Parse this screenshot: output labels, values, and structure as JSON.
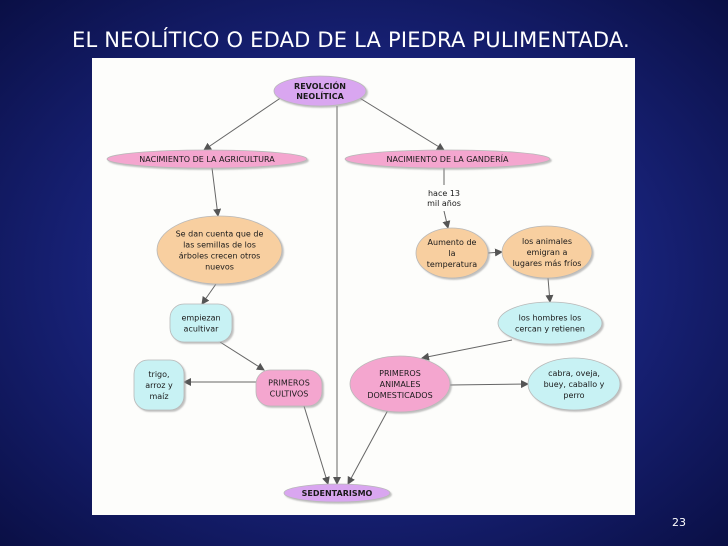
{
  "slide": {
    "title": "EL NEOLÍTICO O EDAD DE LA PIEDRA PULIMENTADA.",
    "page_number": "23"
  },
  "diagram": {
    "nodes": {
      "revolucion": [
        "REVOLCIÓN",
        "NEOLÍTICA"
      ],
      "agricultura": [
        "NACIMIENTO DE LA AGRICULTURA"
      ],
      "ganaderia": [
        "NACIMIENTO DE LA GANDERÍA"
      ],
      "hace13": [
        "hace 13",
        "mil años"
      ],
      "semillas": [
        "Se dan cuenta que de",
        "las semillas de los",
        "árboles crecen otros",
        "nuevos"
      ],
      "temperatura": [
        "Aumento de",
        "la",
        "temperatura"
      ],
      "animales_emigran": [
        "los animales",
        "emigran a",
        "lugares más fríos"
      ],
      "empiezan": [
        "empiezan",
        "acultivar"
      ],
      "hombres": [
        "los hombres los",
        "cercan y retienen"
      ],
      "trigo": [
        "trigo,",
        "arroz y",
        "maíz"
      ],
      "primeros_cultivos": [
        "PRIMEROS",
        "CULTIVOS"
      ],
      "primeros_animales": [
        "PRIMEROS",
        "ANIMALES",
        "DOMESTICADOS"
      ],
      "cabra": [
        "cabra, oveja,",
        "buey, caballo y",
        "perro"
      ],
      "sedentarismo": [
        "SEDENTARISMO"
      ]
    },
    "colors": {
      "purple": "#d9a6f0",
      "pink": "#f4a6cf",
      "orange": "#f8cfa0",
      "cyan": "#c8f2f4",
      "stroke": "#b8b8b8",
      "arrow": "#666666"
    }
  }
}
